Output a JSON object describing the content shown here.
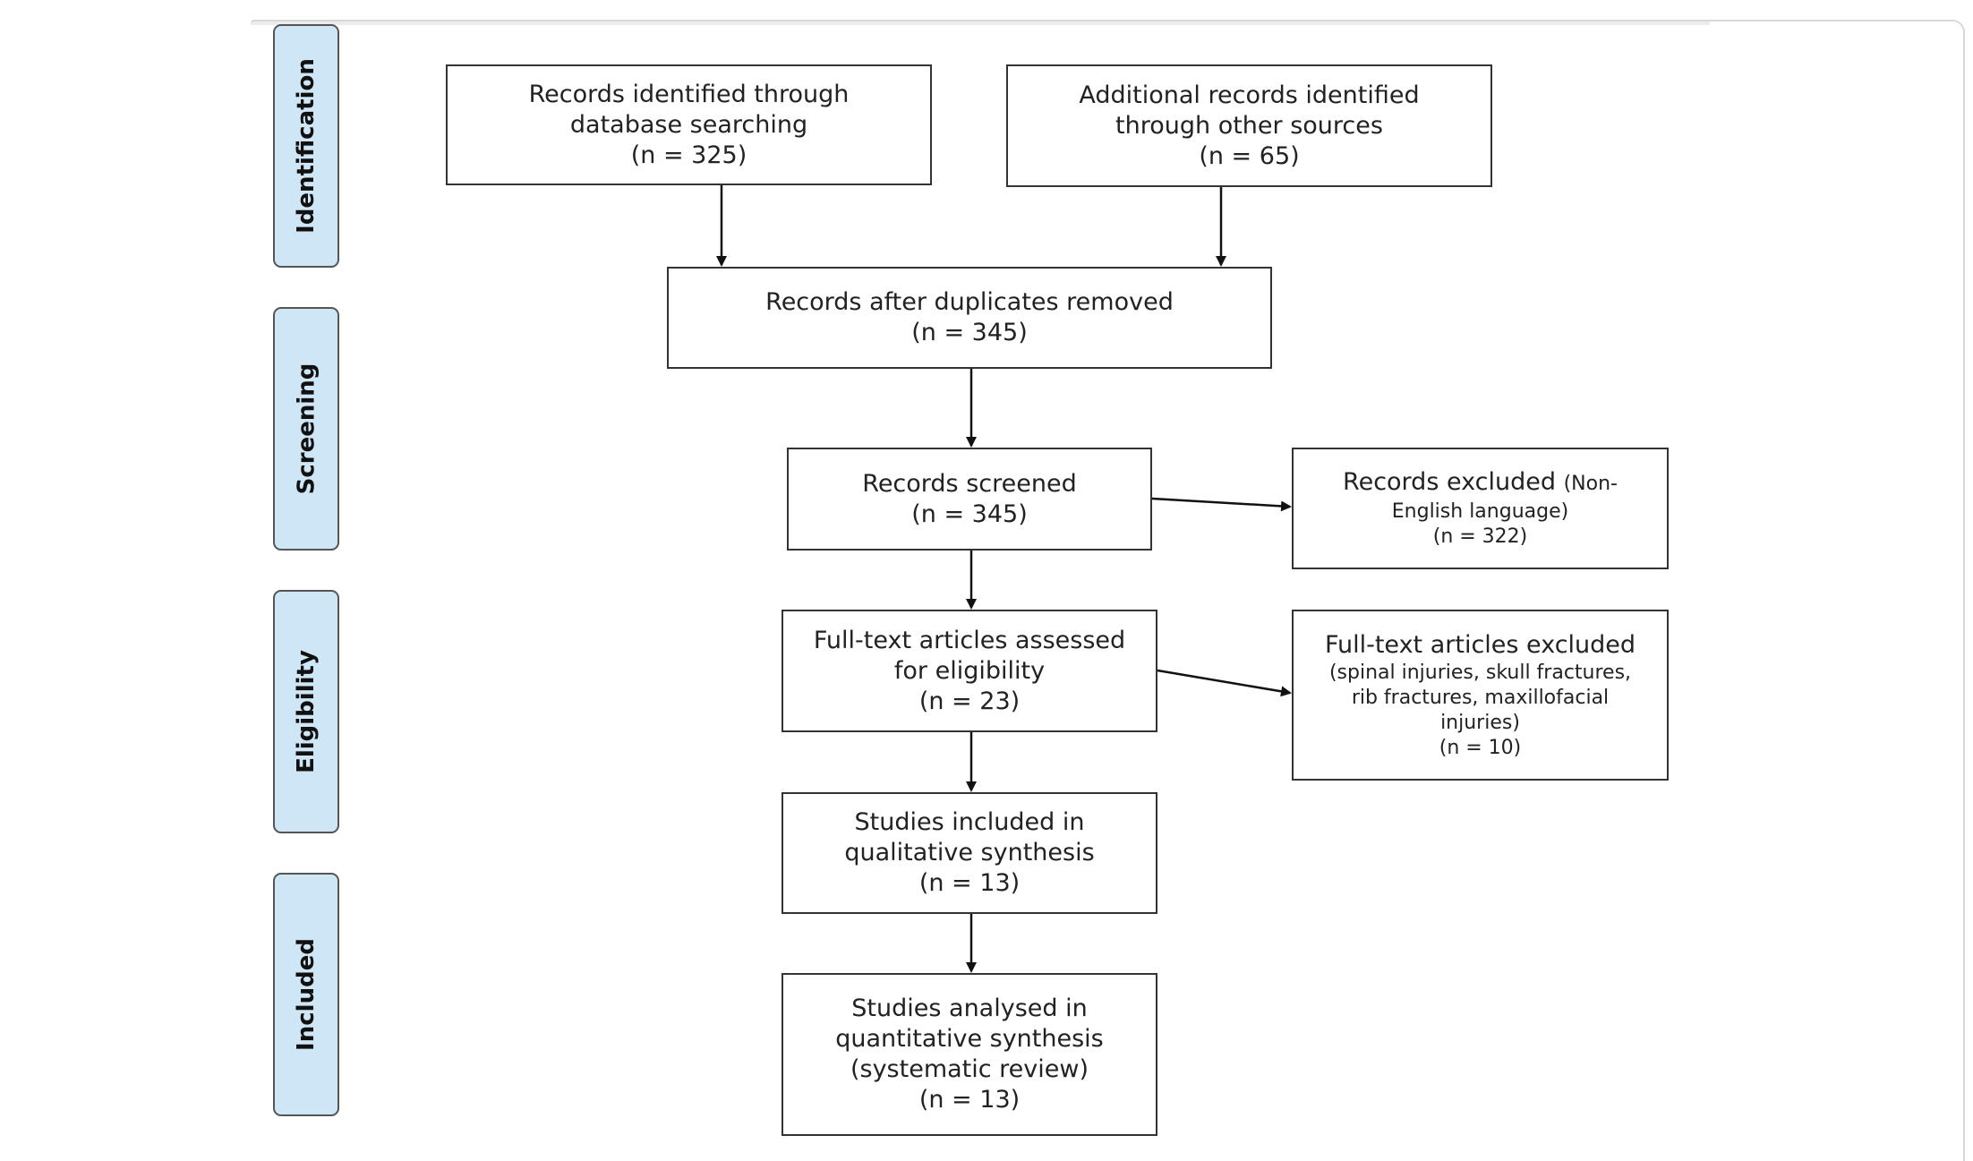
{
  "stages": {
    "identification": "Identification",
    "screening": "Screening",
    "eligibility": "Eligibility",
    "included": "Included"
  },
  "boxes": {
    "db_search": {
      "line1": "Records identified through",
      "line2": "database searching",
      "count": "(n = 325)"
    },
    "other_sources": {
      "line1": "Additional records identified",
      "line2": "through other sources",
      "count": "(n = 65)"
    },
    "dedup": {
      "line1": "Records after duplicates removed",
      "count": "(n = 345)"
    },
    "screened": {
      "line1": "Records screened",
      "count": "(n = 345)"
    },
    "excluded_screen": {
      "title": "Records excluded",
      "reason_a": "(Non-",
      "reason_b": "English language)",
      "count": "(n = 322)"
    },
    "fulltext": {
      "line1": "Full-text articles assessed",
      "line2": "for eligibility",
      "count": "(n = 23)"
    },
    "excluded_fulltext": {
      "title": "Full-text articles excluded",
      "reason1": "(spinal injuries, skull fractures,",
      "reason2": "rib fractures, maxillofacial",
      "reason3": "injuries)",
      "count": "(n = 10)"
    },
    "qualitative": {
      "line1": "Studies included in",
      "line2": "qualitative synthesis",
      "count": "(n = 13)"
    },
    "quantitative": {
      "line1": "Studies analysed in",
      "line2": "quantitative synthesis",
      "line3": "(systematic review)",
      "count": "(n = 13)"
    }
  },
  "colors": {
    "stage_fill": "#cfe6f7",
    "stroke": "#333333"
  }
}
